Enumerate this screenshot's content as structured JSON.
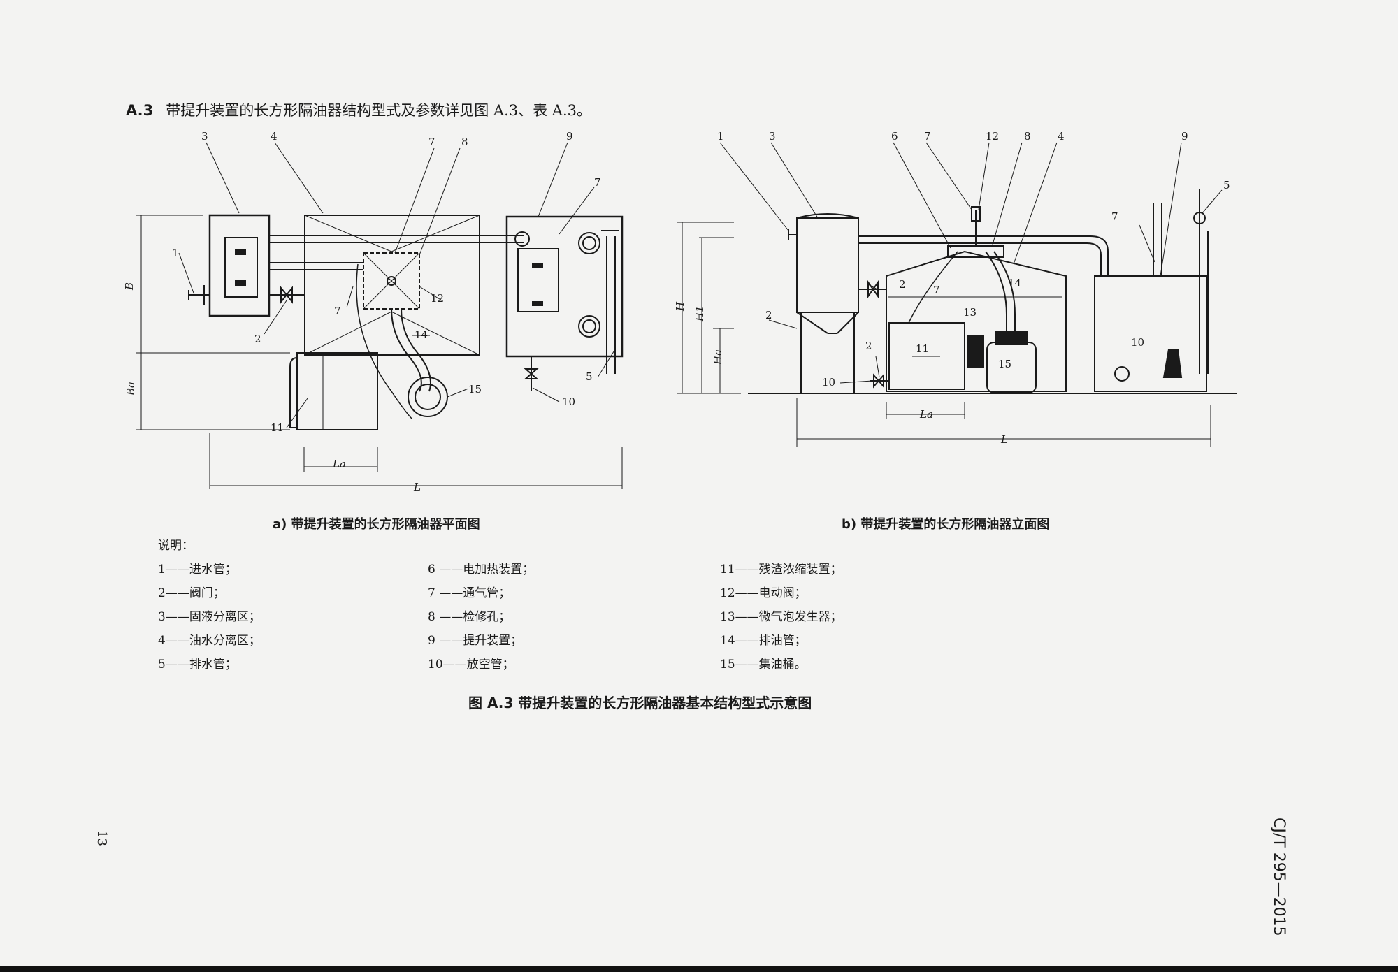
{
  "heading": {
    "number": "A.3",
    "text": "带提升装置的长方形隔油器结构型式及参数详见图 A.3、表 A.3。"
  },
  "plan_view": {
    "callouts": [
      "3",
      "4",
      "7",
      "8",
      "9",
      "7",
      "1",
      "2",
      "7",
      "12",
      "14",
      "15",
      "11",
      "5",
      "10"
    ],
    "dims": {
      "B": "B",
      "Ba": "Ba",
      "L": "L",
      "La": "La"
    },
    "caption": "a)  带提升装置的长方形隔油器平面图"
  },
  "elevation_view": {
    "callouts": [
      "1",
      "3",
      "6",
      "7",
      "12",
      "8",
      "4",
      "9",
      "5",
      "7",
      "2",
      "7",
      "14",
      "13",
      "2",
      "11",
      "15",
      "2",
      "10",
      "10"
    ],
    "dims": {
      "H": "H",
      "H1": "H1",
      "Ha": "Ha",
      "L": "L",
      "La": "La"
    },
    "caption": "b)  带提升装置的长方形隔油器立面图"
  },
  "legend": {
    "title": "说明：",
    "items": [
      "1——进水管；",
      "2——阀门；",
      "3——固液分离区；",
      "4——油水分离区；",
      "5——排水管；",
      "6 ——电加热装置；",
      "7 ——通气管；",
      "8 ——检修孔；",
      "9 ——提升装置；",
      "10——放空管；",
      "11——残渣浓缩装置；",
      "12——电动阀；",
      "13——微气泡发生器；",
      "14——排油管；",
      "15——集油桶。"
    ]
  },
  "figure_title": "图 A.3   带提升装置的长方形隔油器基本结构型式示意图",
  "standard_code": "CJ/T 295—2015",
  "page_number": "13"
}
